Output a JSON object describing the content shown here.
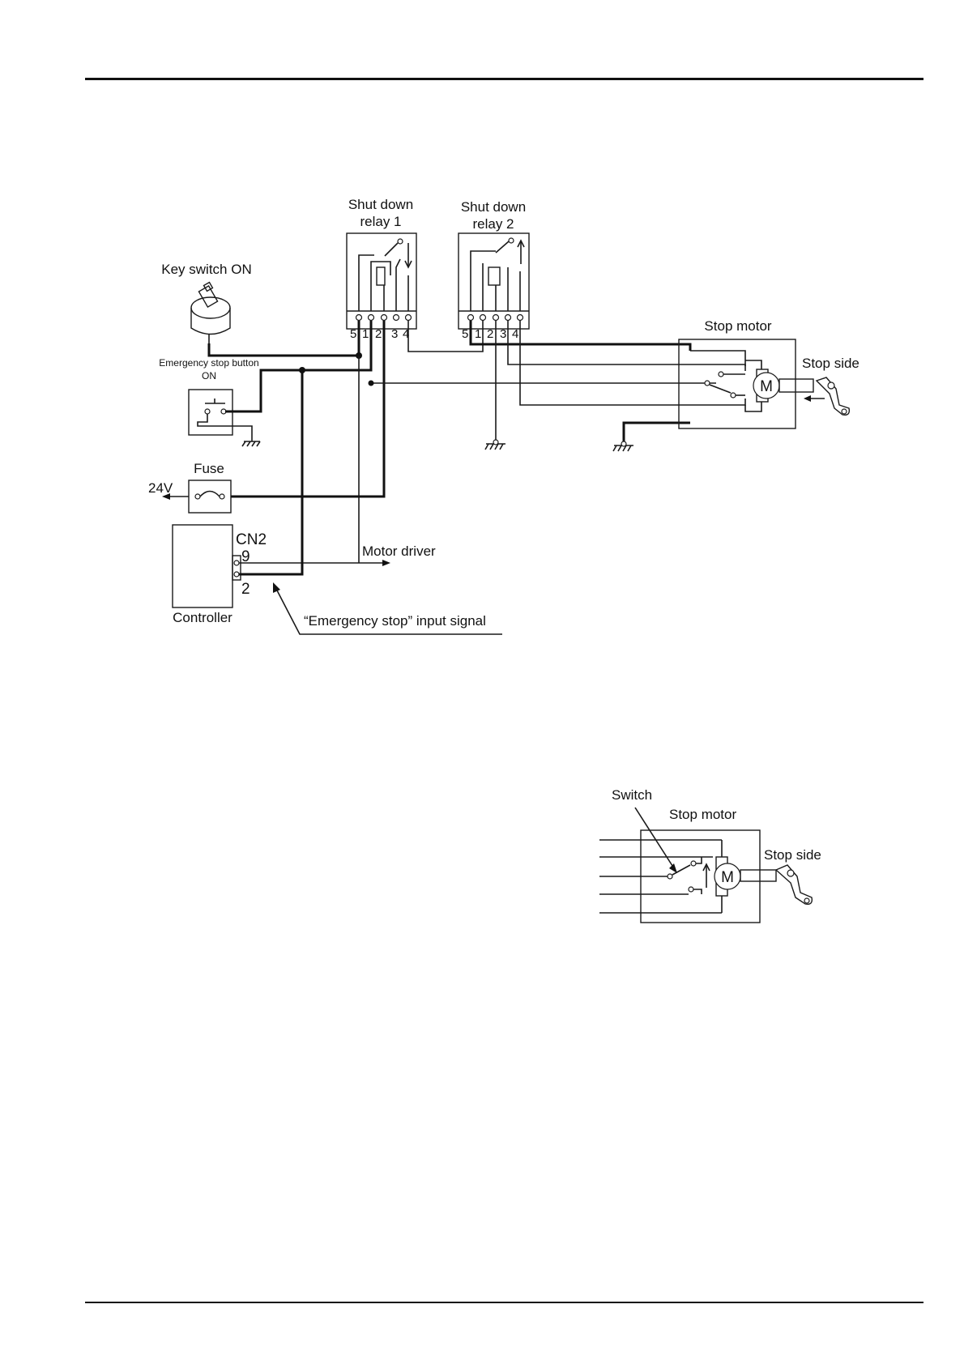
{
  "diagram_main": {
    "relay1_label_line1": "Shut down",
    "relay1_label_line2": "relay 1",
    "relay2_label_line1": "Shut down",
    "relay2_label_line2": "relay 2",
    "relay1_terminals": [
      "5",
      "1",
      "2",
      "3",
      "4"
    ],
    "relay2_terminals": [
      "5",
      "1",
      "2",
      "3",
      "4"
    ],
    "key_switch_label": "Key switch ON",
    "emergency_button_line1": "Emergency stop button",
    "emergency_button_line2": "ON",
    "fuse_label": "Fuse",
    "voltage_label": "24V",
    "connector_label": "CN2",
    "pin_top": "9",
    "pin_bottom": "2",
    "controller_label": "Controller",
    "motor_driver_label": "Motor driver",
    "emergency_signal_label": "“Emergency stop” input signal",
    "stop_motor_label": "Stop motor",
    "stop_side_label": "Stop side",
    "motor_symbol": "M"
  },
  "diagram_detail": {
    "switch_label": "Switch",
    "stop_motor_label": "Stop motor",
    "stop_side_label": "Stop side",
    "motor_symbol": "M"
  },
  "icons": [
    "key-switch-icon",
    "ground-icon",
    "fuse-icon",
    "motor-icon",
    "lever-icon",
    "relay-icon",
    "push-button-icon"
  ]
}
